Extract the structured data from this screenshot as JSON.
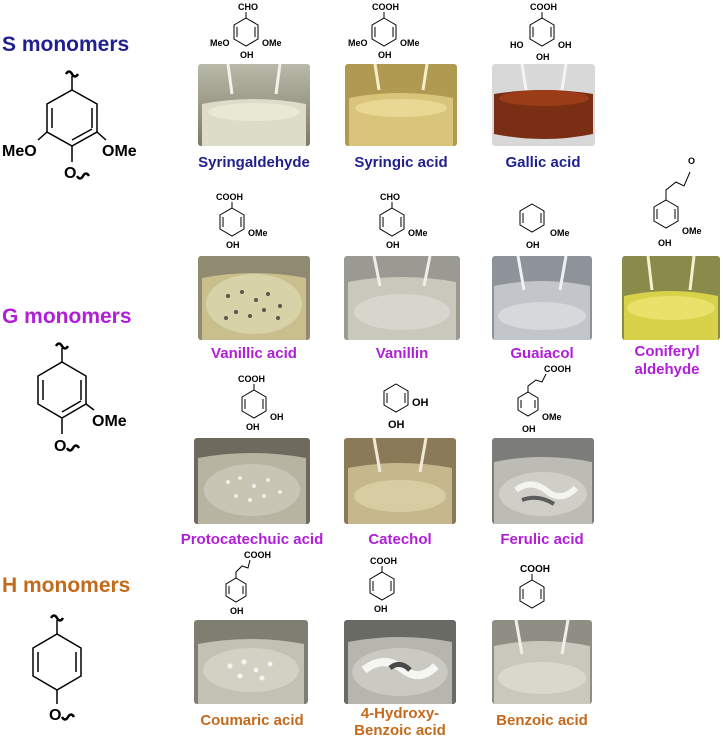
{
  "colors": {
    "s_group": "#1f1f8f",
    "g_group": "#b01ed8",
    "h_group": "#c46a1c"
  },
  "groups": {
    "s": {
      "title": "S monomers",
      "sub_left": "MeO",
      "sub_right": "OMe",
      "sub_bottom": "O"
    },
    "g": {
      "title": "G monomers",
      "sub_right": "OMe",
      "sub_bottom": "O"
    },
    "h": {
      "title": "H monomers",
      "sub_bottom": "O"
    }
  },
  "compounds": [
    {
      "key": "syringaldehyde",
      "name": "Syringaldehyde",
      "group": "s",
      "labels": [
        "CHO",
        "MeO",
        "OMe",
        "OH"
      ]
    },
    {
      "key": "syringic",
      "name": "Syringic acid",
      "group": "s",
      "labels": [
        "COOH",
        "MeO",
        "OMe",
        "OH"
      ]
    },
    {
      "key": "gallic",
      "name": "Gallic acid",
      "group": "s",
      "labels": [
        "COOH",
        "HO",
        "OH",
        "OH"
      ]
    },
    {
      "key": "vanillic",
      "name": "Vanillic acid",
      "group": "g",
      "labels": [
        "COOH",
        "OMe",
        "OH"
      ]
    },
    {
      "key": "vanillin",
      "name": "Vanillin",
      "group": "g",
      "labels": [
        "CHO",
        "OMe",
        "OH"
      ]
    },
    {
      "key": "guaiacol",
      "name": "Guaiacol",
      "group": "g",
      "labels": [
        "OMe",
        "OH"
      ]
    },
    {
      "key": "coniferyl",
      "name_line1": "Coniferyl",
      "name_line2": "aldehyde",
      "group": "g",
      "labels": [
        "O",
        "OMe",
        "OH"
      ]
    },
    {
      "key": "protocatechuic",
      "name": "Protocatechuic acid",
      "group": "g",
      "labels": [
        "COOH",
        "OH",
        "OH"
      ]
    },
    {
      "key": "catechol",
      "name": "Catechol",
      "group": "g",
      "labels": [
        "OH",
        "OH"
      ]
    },
    {
      "key": "ferulic",
      "name": "Ferulic acid",
      "group": "g",
      "labels": [
        "COOH",
        "OMe",
        "OH"
      ]
    },
    {
      "key": "coumaric",
      "name": "Coumaric acid",
      "group": "h",
      "labels": [
        "COOH",
        "OH"
      ]
    },
    {
      "key": "hydroxybenzoic",
      "name_line1": "4-Hydroxy-",
      "name_line2": "Benzoic acid",
      "group": "h",
      "labels": [
        "COOH",
        "OH"
      ]
    },
    {
      "key": "benzoic",
      "name": "Benzoic acid",
      "group": "h",
      "labels": [
        "COOH"
      ]
    }
  ]
}
